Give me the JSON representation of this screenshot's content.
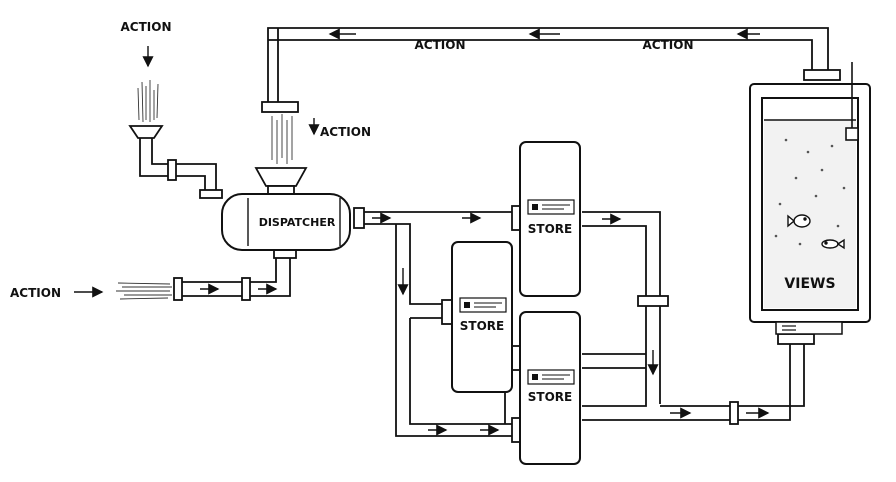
{
  "labels": {
    "action_top": "ACTION",
    "action_drop": "ACTION",
    "action_left": "ACTION",
    "action_pipe_1": "ACTION",
    "action_pipe_2": "ACTION",
    "dispatcher": "DISPATCHER",
    "store_top": "STORE",
    "store_middle": "STORE",
    "store_bottom": "STORE",
    "views": "VIEWS"
  },
  "colors": {
    "ink": "#111111",
    "paper": "#ffffff",
    "tank_water": "#f2f2f2"
  },
  "icons": [
    "arrow-icon",
    "funnel-icon",
    "fish-icon",
    "faucet-icon",
    "water-stream-icon"
  ]
}
